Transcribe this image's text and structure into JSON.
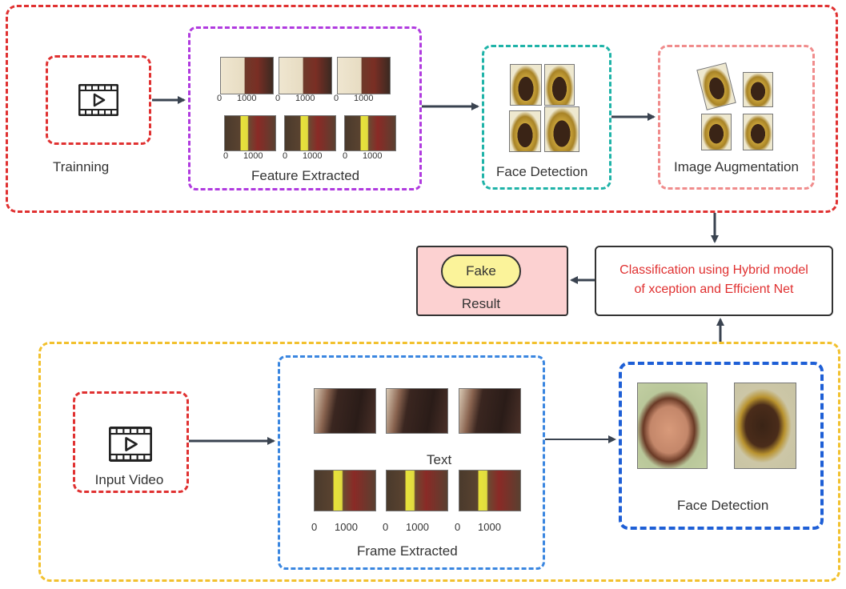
{
  "training": {
    "label": "Trainning",
    "feature_label": "Feature Extracted",
    "feature_ticks": [
      "0",
      "1000"
    ],
    "face_label": "Face Detection",
    "augment_label": "Image Augmentation"
  },
  "classification": {
    "line1": "Classification using Hybrid model",
    "line2": "of xception and Efficient Net"
  },
  "result": {
    "badge": "Fake",
    "label": "Result"
  },
  "testing": {
    "input_label": "Input Video",
    "frame_text": "Text",
    "frame_label": "Frame Extracted",
    "frame_ticks": [
      "0",
      "1000"
    ],
    "face_label": "Face Detection"
  },
  "colors": {
    "training_border": "#e03131",
    "feature_border": "#b03adf",
    "face_border": "#1fb3a8",
    "augment_border": "#f08c8c",
    "testing_border": "#f2c12e",
    "frame_border": "#3a86e0",
    "face_test_border": "#1e5fd6",
    "class_text": "#e03131",
    "result_bg": "#fcd1d1",
    "badge_bg": "#fbf39a",
    "arrow": "#3a4350"
  },
  "icons": {
    "video": "video-play-icon"
  }
}
